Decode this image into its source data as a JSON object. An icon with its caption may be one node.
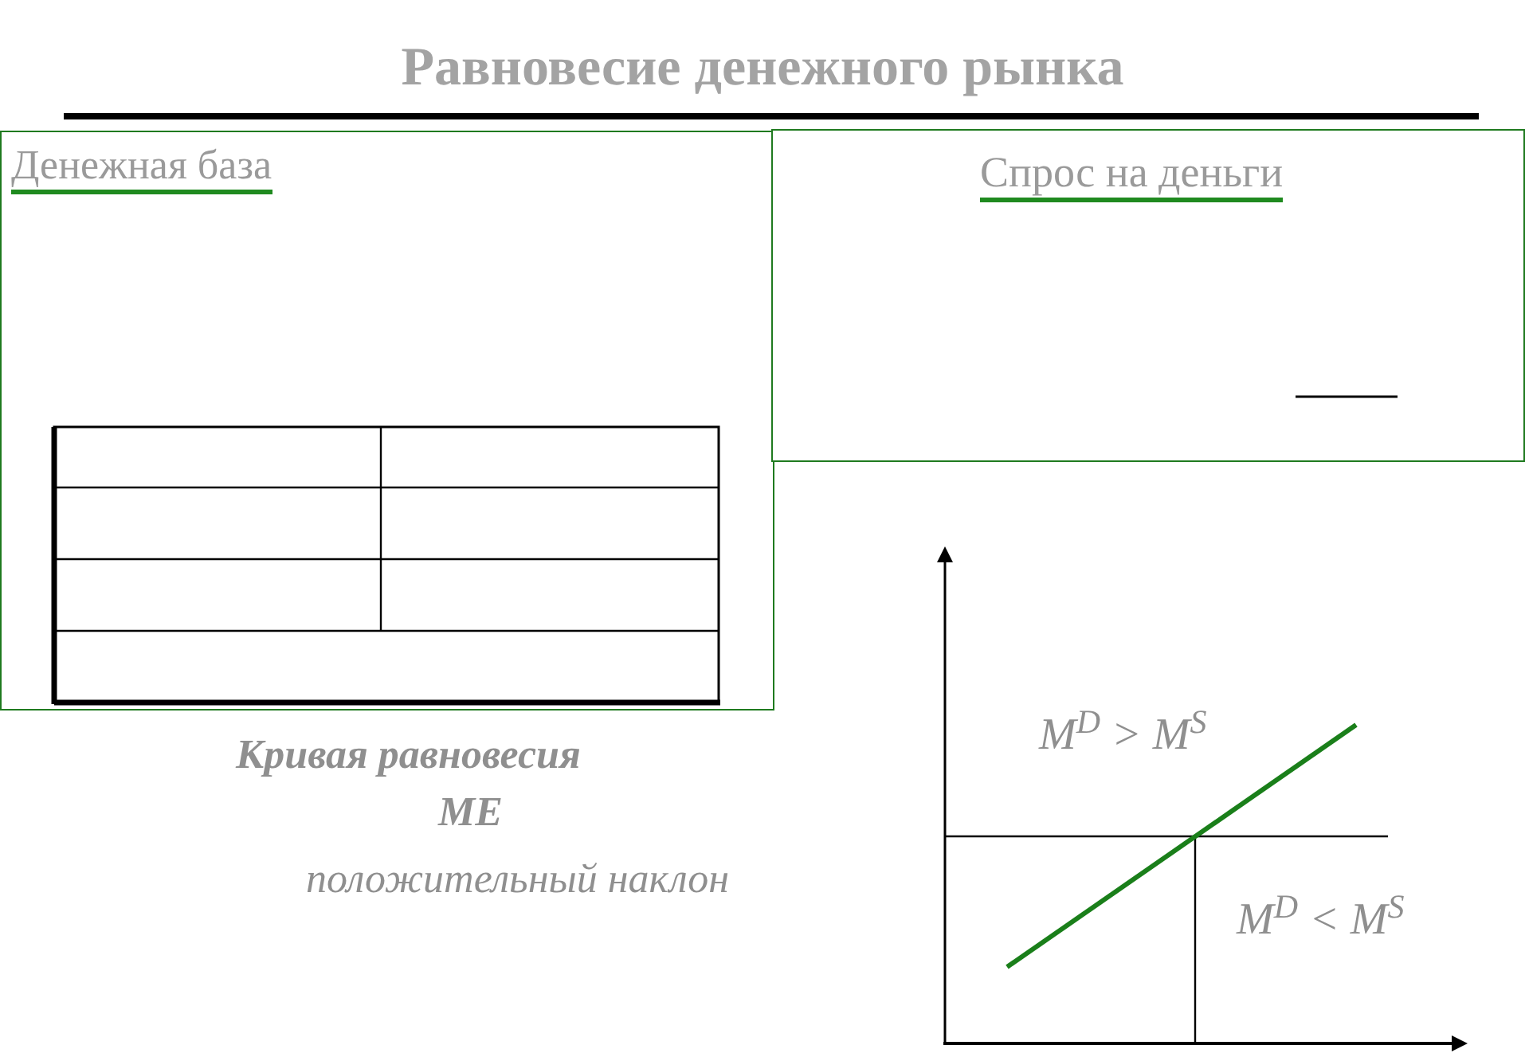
{
  "diagram": {
    "title": "Равновесие денежного рынка",
    "nodes": [
      {
        "text": [
          "Денежная база"
        ]
      },
      {
        "text": [
          "Спрос на деньги"
        ]
      }
    ],
    "labels": [
      "Кривая равновесия",
      "ME",
      "положительный наклон",
      "M$^{D}$ > M$^{S}$",
      "M$^{D}$ < M$^{S}$"
    ]
  }
}
